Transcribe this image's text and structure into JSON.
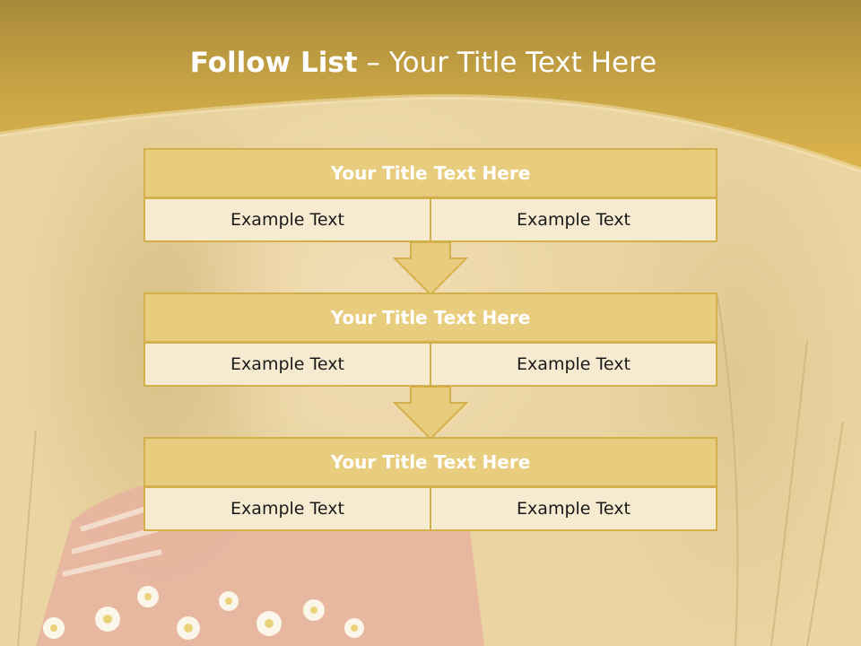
{
  "slide": {
    "title_bold": "Follow List",
    "title_sep": " – ",
    "title_rest": "Your Title Text Here",
    "accent": "#d9b14a",
    "blocks": [
      {
        "title": "Your Title Text Here",
        "left": "Example Text",
        "right": "Example Text"
      },
      {
        "title": "Your Title Text Here",
        "left": "Example Text",
        "right": "Example Text"
      },
      {
        "title": "Your Title Text Here",
        "left": "Example Text",
        "right": "Example Text"
      }
    ],
    "arrow_icon": "down-arrow-icon"
  }
}
